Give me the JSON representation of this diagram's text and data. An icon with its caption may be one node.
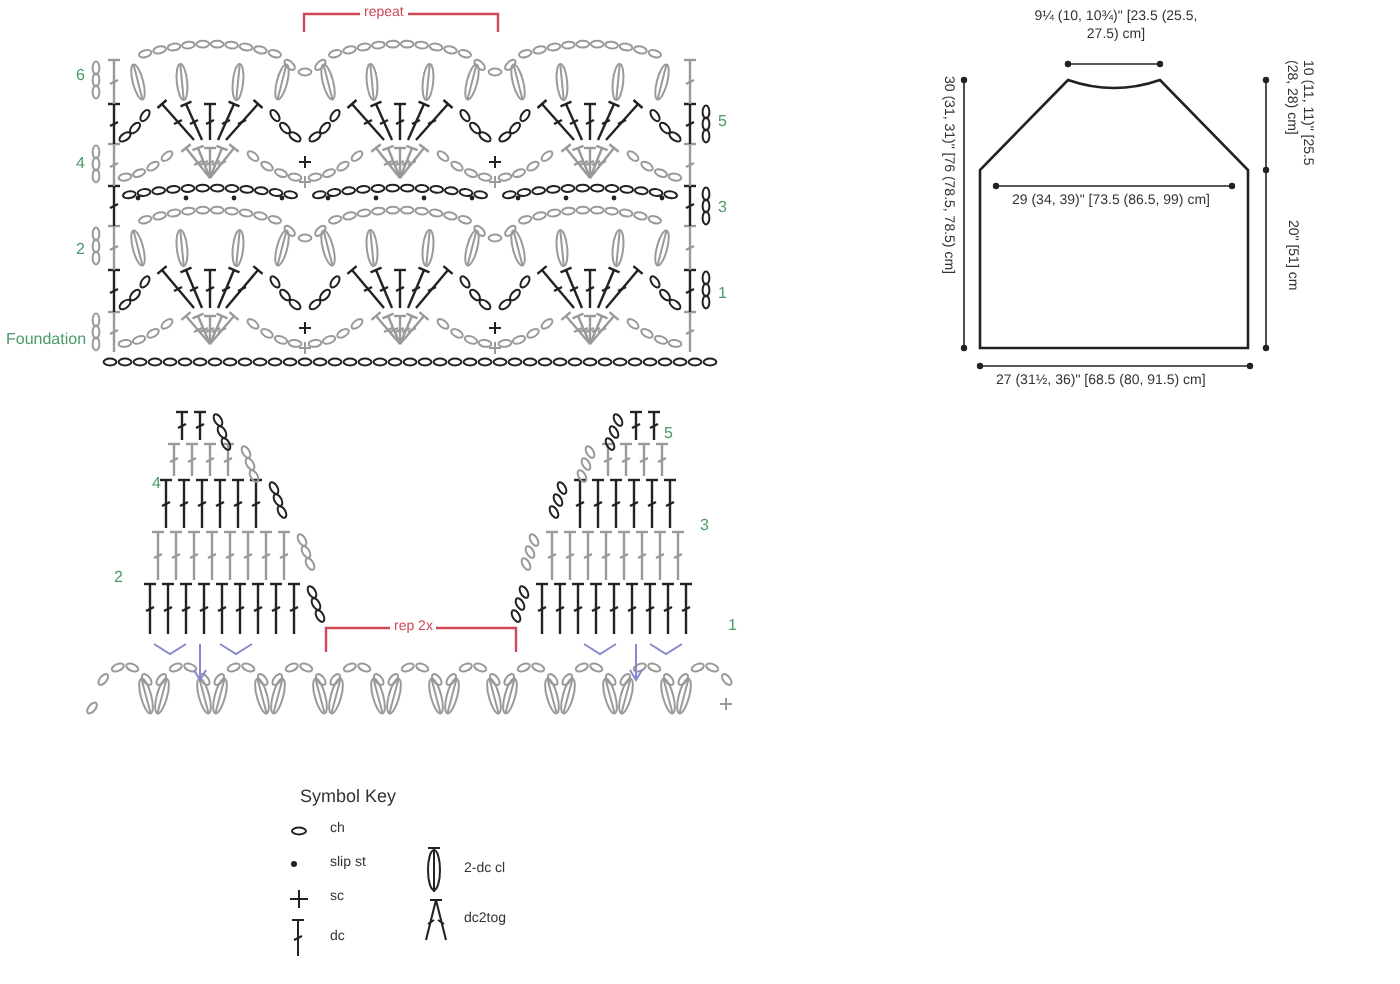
{
  "diagram": {
    "labels": [
      "repeat",
      "6",
      "5",
      "4",
      "3",
      "2",
      "1",
      "Foundation",
      "9¼ (10, 10¾)\" [23.5 (25.5, 27.5) cm]",
      "10 (11, 11)\" [25.5 (28, 28) cm]",
      "30 (31, 31)\" [76 (78.5, 78.5) cm]",
      "29 (34, 39)\" [73.5 (86.5, 99) cm]",
      "20\" [51] cm",
      "27 (31½, 36)\" [68.5 (80, 91.5) cm]",
      "5",
      "4",
      "3",
      "2",
      "rep 2x",
      "1",
      "Symbol Key"
    ],
    "legend": [
      {
        "text": "ch"
      },
      {
        "text": "slip st"
      },
      {
        "text": "sc"
      },
      {
        "text": "dc"
      },
      {
        "text": "2-dc cl"
      },
      {
        "text": "dc2tog"
      }
    ]
  }
}
